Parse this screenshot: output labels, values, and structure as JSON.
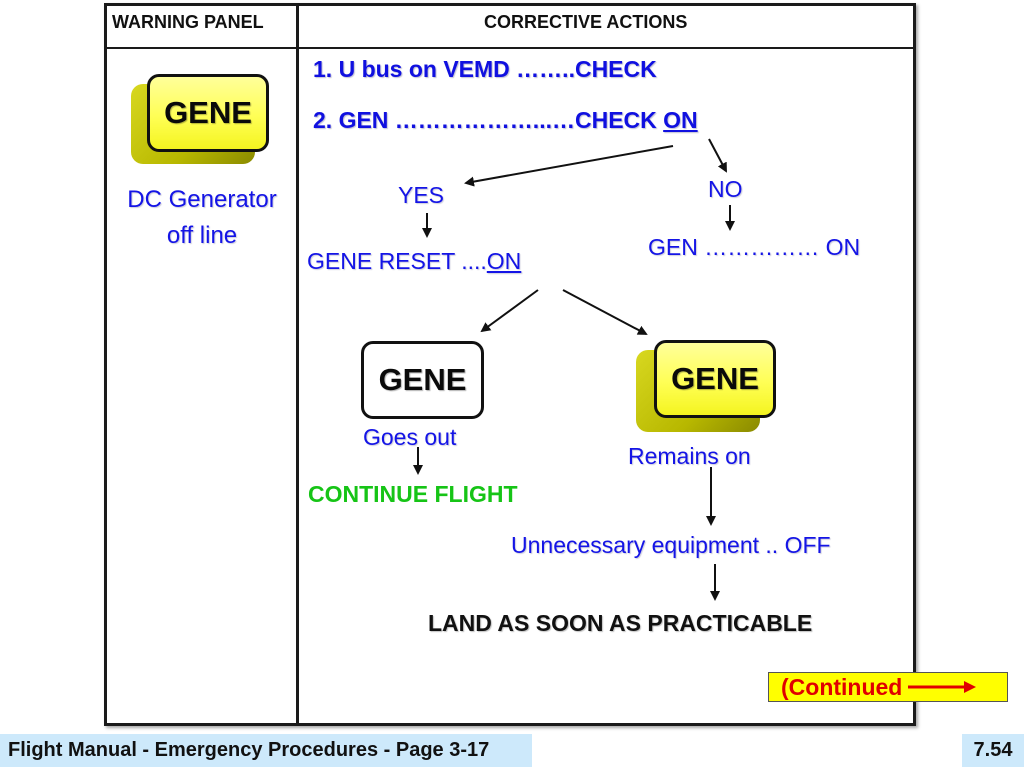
{
  "headers": {
    "warning_panel": "WARNING PANEL",
    "corrective_actions": "CORRECTIVE ACTIONS"
  },
  "warning": {
    "lamp_label": "GENE",
    "description_line1": "DC Generator",
    "description_line2": "off line"
  },
  "steps": {
    "step1": "1. U bus on VEMD ……..CHECK",
    "step2_prefix": "2. GEN ………………...…CHECK ",
    "step2_action": "ON"
  },
  "branches": {
    "yes": "YES",
    "no": "NO",
    "gene_reset_prefix": "GENE RESET ....",
    "gene_reset_action": "ON",
    "gen_on": "GEN …………… ON"
  },
  "outcomes": {
    "lamp_off_label": "GENE",
    "lamp_on_label": "GENE",
    "goes_out": "Goes out",
    "remains_on": "Remains on",
    "continue_flight": "CONTINUE FLIGHT",
    "unnecessary_equipment": "Unnecessary equipment .. OFF",
    "land": "LAND AS SOON AS PRACTICABLE"
  },
  "continued_label": "(Continued",
  "footer": {
    "title": "Flight Manual - Emergency Procedures - Page 3-17",
    "page_number": "7.54"
  },
  "colors": {
    "instruction_blue": "#1414e6",
    "continue_green": "#16c416",
    "lamp_yellow": "#ffff55",
    "continued_red": "#e00000",
    "footer_bg": "#cde9fb"
  }
}
